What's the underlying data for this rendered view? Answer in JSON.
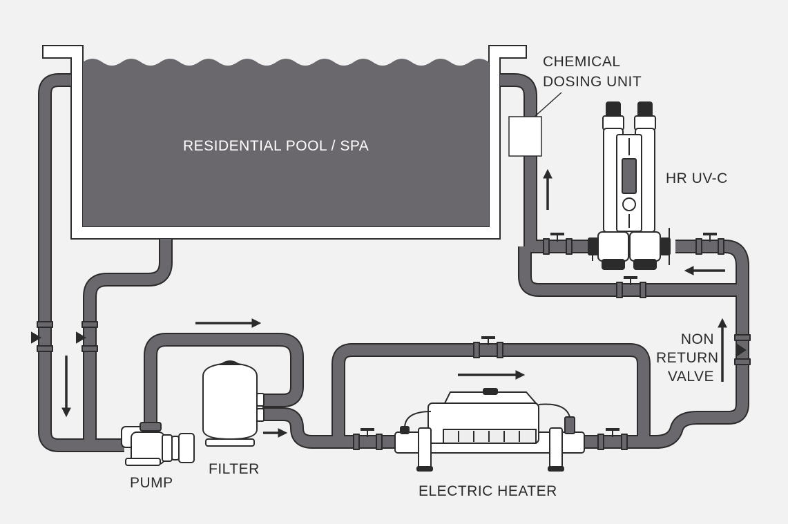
{
  "labels": {
    "pool": "RESIDENTIAL POOL / SPA",
    "chemical_dosing_line1": "CHEMICAL",
    "chemical_dosing_line2": "DOSING UNIT",
    "uv": "HR UV-C",
    "non_return_line1": "NON",
    "non_return_line2": "RETURN",
    "non_return_line3": "VALVE",
    "pump": "PUMP",
    "filter": "FILTER",
    "heater": "ELECTRIC HEATER"
  },
  "colors": {
    "background": "#f2f2f2",
    "pipe": "#6a686c",
    "pool_water": "#6a686c",
    "outline": "#2b2b2b",
    "equipment_fill": "#ffffff"
  },
  "icons": [
    "flow-arrow-icon",
    "valve-icon",
    "pump-icon",
    "filter-tank-icon",
    "uv-unit-icon",
    "heater-icon",
    "dosing-unit-icon"
  ]
}
